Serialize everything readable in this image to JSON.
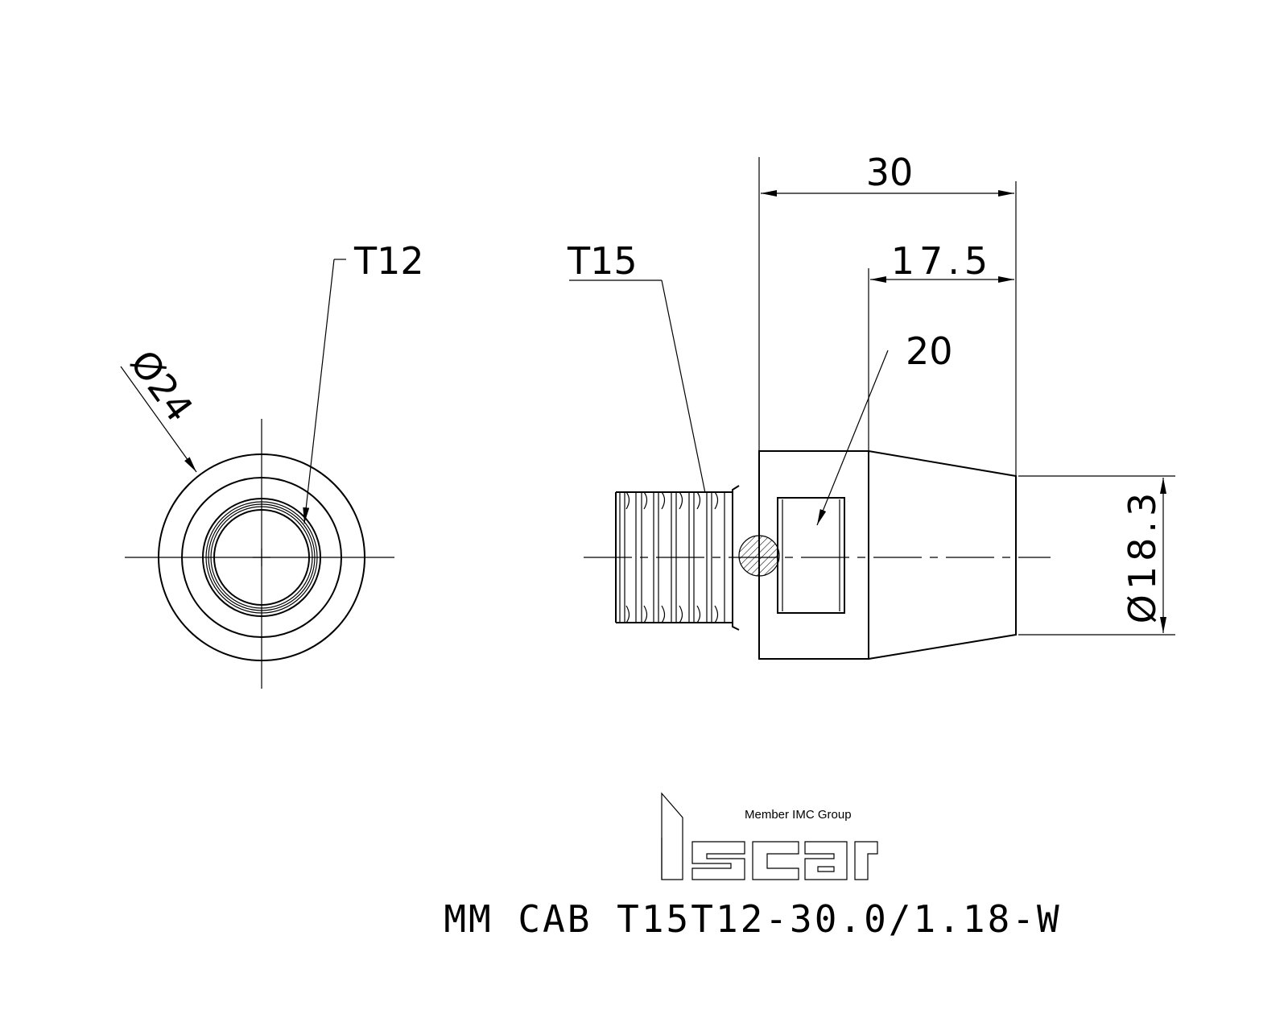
{
  "callouts": {
    "end_view_thread": "T12",
    "side_view_thread": "T15",
    "wrench_flat": "20"
  },
  "dimensions": {
    "overall_length": "30",
    "front_length": "17.5",
    "outer_diameter": "Ø24",
    "tip_diameter": "Ø18.3"
  },
  "logo": {
    "brand": "iscar",
    "tagline": "Member IMC Group"
  },
  "part_number": "MM CAB T15T12-30.0/1.18-W",
  "colors": {
    "ink": "#000000",
    "background": "#ffffff"
  }
}
